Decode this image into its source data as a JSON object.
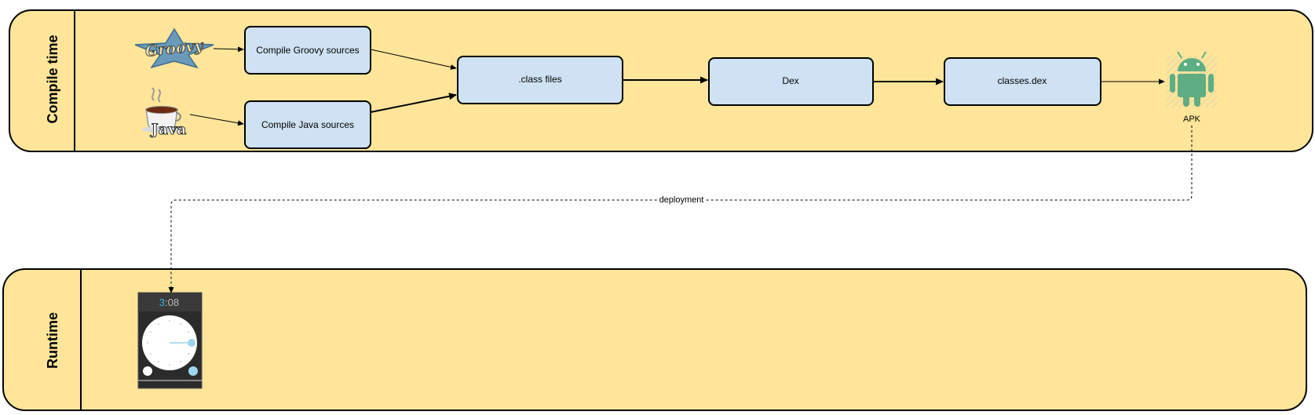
{
  "lanes": {
    "compile": {
      "title": "Compile time"
    },
    "runtime": {
      "title": "Runtime"
    }
  },
  "logos": {
    "groovy": {
      "text": "Groovy",
      "icon": "groovy-star-logo"
    },
    "java": {
      "text": "Java",
      "icon": "java-coffee-cup-logo"
    }
  },
  "boxes": {
    "compile_groovy": "Compile Groovy sources",
    "compile_java": "Compile Java sources",
    "class_files": ".class files",
    "dex": "Dex",
    "classes_dex": "classes.dex"
  },
  "apk": {
    "label": "APK",
    "icon": "android-robot-icon"
  },
  "deployment": {
    "label": "deployment"
  },
  "device": {
    "hour": "3",
    "minutes": ":08",
    "icon": "android-clock-app-screen"
  },
  "colors": {
    "lane_fill": "#FFE599",
    "box_fill": "#CFE2F3",
    "stroke": "#000000",
    "android_green": "#5FAE83",
    "clock_accent": "#33B5E5"
  }
}
